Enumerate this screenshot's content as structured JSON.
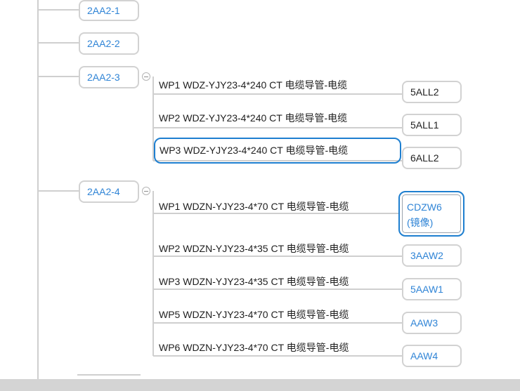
{
  "branches": {
    "b1": {
      "label": "2AA2-1"
    },
    "b2": {
      "label": "2AA2-2"
    },
    "b3": {
      "label": "2AA2-3",
      "items": [
        {
          "cable": "WP1 WDZ-YJY23-4*240 CT 电缆导管-电缆",
          "target": "5ALL2"
        },
        {
          "cable": "WP2 WDZ-YJY23-4*240 CT 电缆导管-电缆",
          "target": "5ALL1"
        },
        {
          "cable": "WP3 WDZ-YJY23-4*240 CT 电缆导管-电缆",
          "target": "6ALL2"
        }
      ]
    },
    "b4": {
      "label": "2AA2-4",
      "items": [
        {
          "cable": "WP1 WDZN-YJY23-4*70 CT 电缆导管-电缆",
          "target": "CDZW6(镜像)"
        },
        {
          "cable": "WP2 WDZN-YJY23-4*35 CT 电缆导管-电缆",
          "target": "3AAW2"
        },
        {
          "cable": "WP3 WDZN-YJY23-4*35 CT 电缆导管-电缆",
          "target": "5AAW1"
        },
        {
          "cable": "WP5 WDZN-YJY23-4*70 CT 电缆导管-电缆",
          "target": "AAW3"
        },
        {
          "cable": "WP6 WDZN-YJY23-4*70 CT 电缆导管-电缆",
          "target": "AAW4"
        }
      ]
    }
  },
  "colors": {
    "line": "#cfcfcf",
    "link_text": "#2f84d6",
    "dark_text": "#1f1f1f",
    "selection": "#1e7fd0"
  }
}
